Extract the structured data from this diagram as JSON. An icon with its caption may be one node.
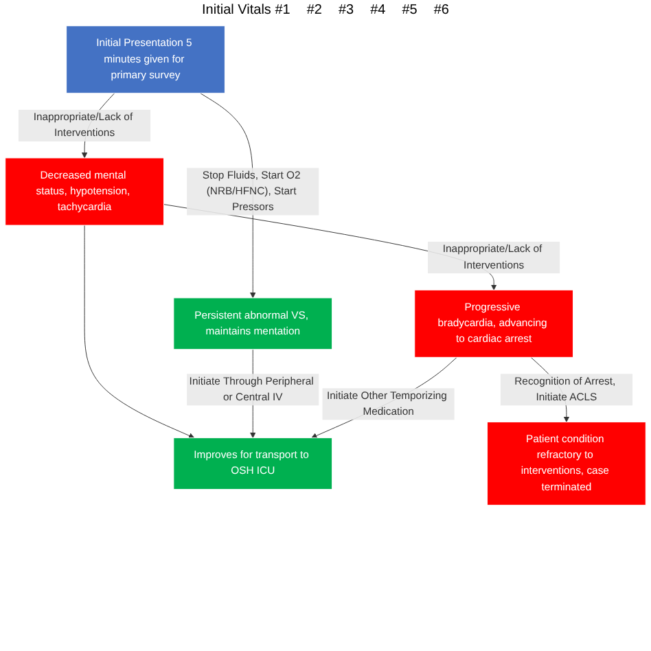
{
  "diagram": {
    "nodes": [
      {
        "text": [
          "Initial Presentation 5 minutes given for primary survey"
        ]
      },
      {
        "text": [
          "Decreased mental status, hypotension, tachycardia"
        ]
      },
      {
        "text": [
          "Persistent abnormal VS, maintains mentation"
        ]
      },
      {
        "text": [
          "Progressive bradycardia, advancing to cardiac arrest"
        ]
      },
      {
        "text": [
          "Improves for transport to OSH ICU"
        ]
      },
      {
        "text": [
          "Patient condition refractory to interventions, case terminated"
        ]
      }
    ],
    "edges": [
      {
        "from": 0,
        "to": 1,
        "arrow": "to",
        "label": "Inappropriate/Lack of Interventions"
      },
      {
        "from": 0,
        "to": 2,
        "arrow": "to",
        "label": "Stop Fluids, Start O2 (NRB/HFNC), Start Pressors"
      },
      {
        "from": 1,
        "to": 3,
        "arrow": "to",
        "label": "Inappropriate/Lack of Interventions"
      },
      {
        "from": 1,
        "to": 4,
        "arrow": "to"
      },
      {
        "from": 2,
        "to": 4,
        "arrow": "to",
        "label": "Initiate Through Peripheral or Central IV"
      },
      {
        "from": 3,
        "to": 4,
        "arrow": "to",
        "label": "Initiate Other Temporizing Medication"
      },
      {
        "from": 3,
        "to": 5,
        "arrow": "to",
        "label": "Recognition of Arrest, Initiate ACLS"
      }
    ],
    "labels": [
      "Initial Vitals #1",
      "#2",
      "#3",
      "#4",
      "#5",
      "#6"
    ]
  }
}
